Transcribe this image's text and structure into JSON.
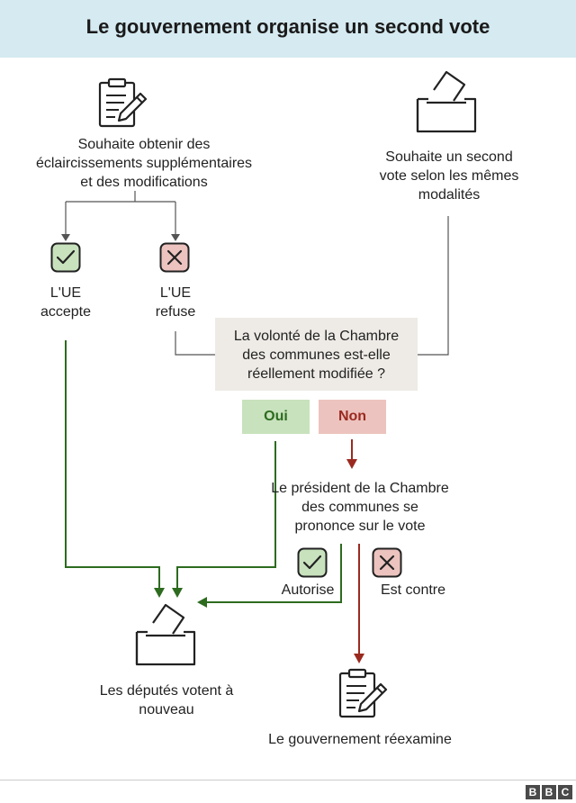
{
  "header": {
    "title": "Le gouvernement organise un second vote"
  },
  "nodes": {
    "clarifications": "Souhaite obtenir des\néclaircissements supplémentaires\net des modifications",
    "second_vote": "Souhaite un second\nvote selon les mêmes\nmodalités",
    "eu_accepts": "L'UE\naccepte",
    "eu_refuses": "L'UE\nrefuse",
    "question": "La volonté de la Chambre\ndes communes est-elle\nréellement modifiée ?",
    "speaker": "Le président de la Chambre\ndes communes se\nprononce sur le vote",
    "authorizes": "Autorise",
    "against": "Est contre",
    "mps_vote": "Les députés votent à\nnouveau",
    "gov_reviews": "Le gouvernement réexamine"
  },
  "answers": {
    "yes": "Oui",
    "no": "Non"
  },
  "footer": {
    "logo": [
      "B",
      "B",
      "C"
    ]
  },
  "colors": {
    "green": "#2d6b1f",
    "red": "#9a2a20",
    "grey_line": "#555555",
    "yes_bg": "#c8e2bd",
    "no_bg": "#ecc3be",
    "question_bg": "#eeebe6",
    "header_bg": "#d5eaf1"
  },
  "icons": [
    "clipboard-icon",
    "ballot-box-icon",
    "check-icon",
    "cross-icon"
  ]
}
